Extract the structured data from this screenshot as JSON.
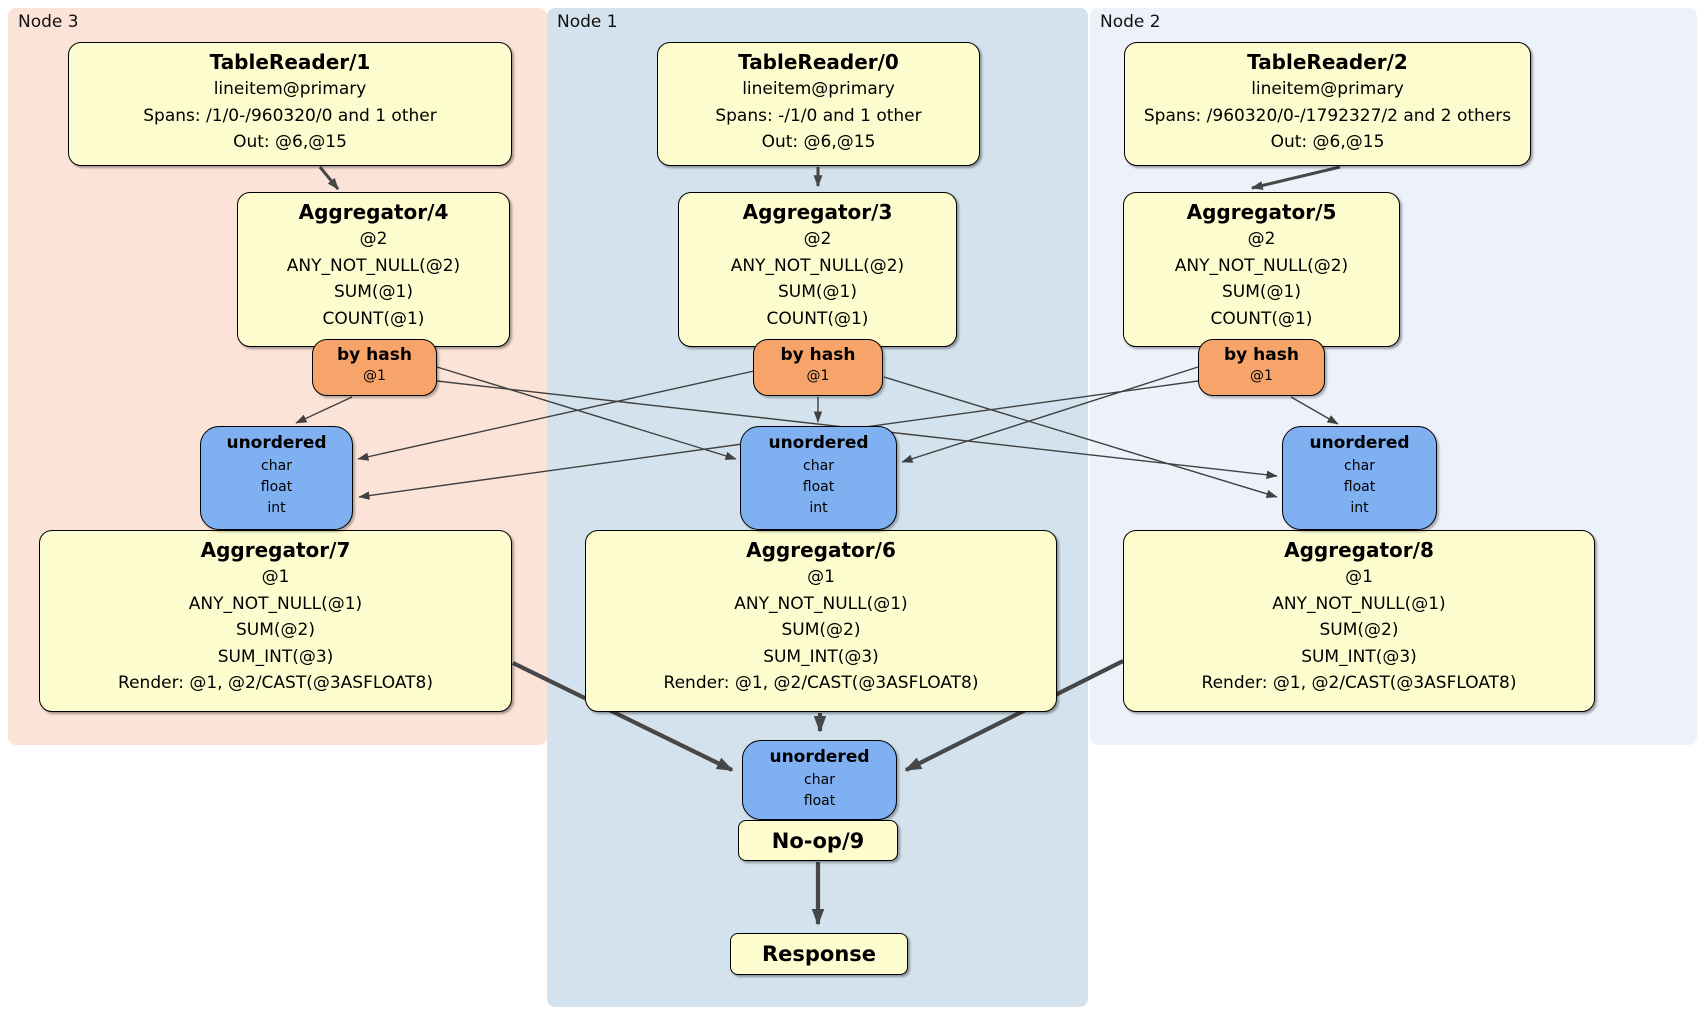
{
  "panels": [
    {
      "label": "Node 3"
    },
    {
      "label": "Node 1"
    },
    {
      "label": "Node 2"
    }
  ],
  "colors": {
    "node3_bg": "#fce3d7",
    "node1_bg": "#d3e2ec",
    "node2_bg": "#ecf1fa",
    "processor_fill": "#fdfccf",
    "router_fill": "#f6a46a",
    "sync_fill": "#7fb0f1",
    "edge": "#404040"
  },
  "boxes": {
    "tr1": {
      "title": "TableReader/1",
      "lines": [
        "lineitem@primary",
        "Spans: /1/0-/960320/0 and 1 other",
        "Out: @6,@15"
      ]
    },
    "tr0": {
      "title": "TableReader/0",
      "lines": [
        "lineitem@primary",
        "Spans: -/1/0 and 1 other",
        "Out: @6,@15"
      ]
    },
    "tr2": {
      "title": "TableReader/2",
      "lines": [
        "lineitem@primary",
        "Spans: /960320/0-/1792327/2 and 2 others",
        "Out: @6,@15"
      ]
    },
    "agg4": {
      "title": "Aggregator/4",
      "lines": [
        "@2",
        "ANY_NOT_NULL(@2)",
        "SUM(@1)",
        "COUNT(@1)"
      ]
    },
    "agg3": {
      "title": "Aggregator/3",
      "lines": [
        "@2",
        "ANY_NOT_NULL(@2)",
        "SUM(@1)",
        "COUNT(@1)"
      ]
    },
    "agg5": {
      "title": "Aggregator/5",
      "lines": [
        "@2",
        "ANY_NOT_NULL(@2)",
        "SUM(@1)",
        "COUNT(@1)"
      ]
    },
    "hash4": {
      "title": "by hash",
      "lines": [
        "@1"
      ]
    },
    "hash3": {
      "title": "by hash",
      "lines": [
        "@1"
      ]
    },
    "hash5": {
      "title": "by hash",
      "lines": [
        "@1"
      ]
    },
    "uno7": {
      "title": "unordered",
      "lines": [
        "char",
        "float",
        "int"
      ]
    },
    "uno6": {
      "title": "unordered",
      "lines": [
        "char",
        "float",
        "int"
      ]
    },
    "uno8": {
      "title": "unordered",
      "lines": [
        "char",
        "float",
        "int"
      ]
    },
    "agg7": {
      "title": "Aggregator/7",
      "lines": [
        "@1",
        "ANY_NOT_NULL(@1)",
        "SUM(@2)",
        "SUM_INT(@3)",
        "Render: @1, @2/CAST(@3ASFLOAT8)"
      ]
    },
    "agg6": {
      "title": "Aggregator/6",
      "lines": [
        "@1",
        "ANY_NOT_NULL(@1)",
        "SUM(@2)",
        "SUM_INT(@3)",
        "Render: @1, @2/CAST(@3ASFLOAT8)"
      ]
    },
    "agg8": {
      "title": "Aggregator/8",
      "lines": [
        "@1",
        "ANY_NOT_NULL(@1)",
        "SUM(@2)",
        "SUM_INT(@3)",
        "Render: @1, @2/CAST(@3ASFLOAT8)"
      ]
    },
    "unoB": {
      "title": "unordered",
      "lines": [
        "char",
        "float"
      ]
    },
    "noop": {
      "title": "No-op/9"
    },
    "resp": {
      "title": "Response"
    }
  }
}
